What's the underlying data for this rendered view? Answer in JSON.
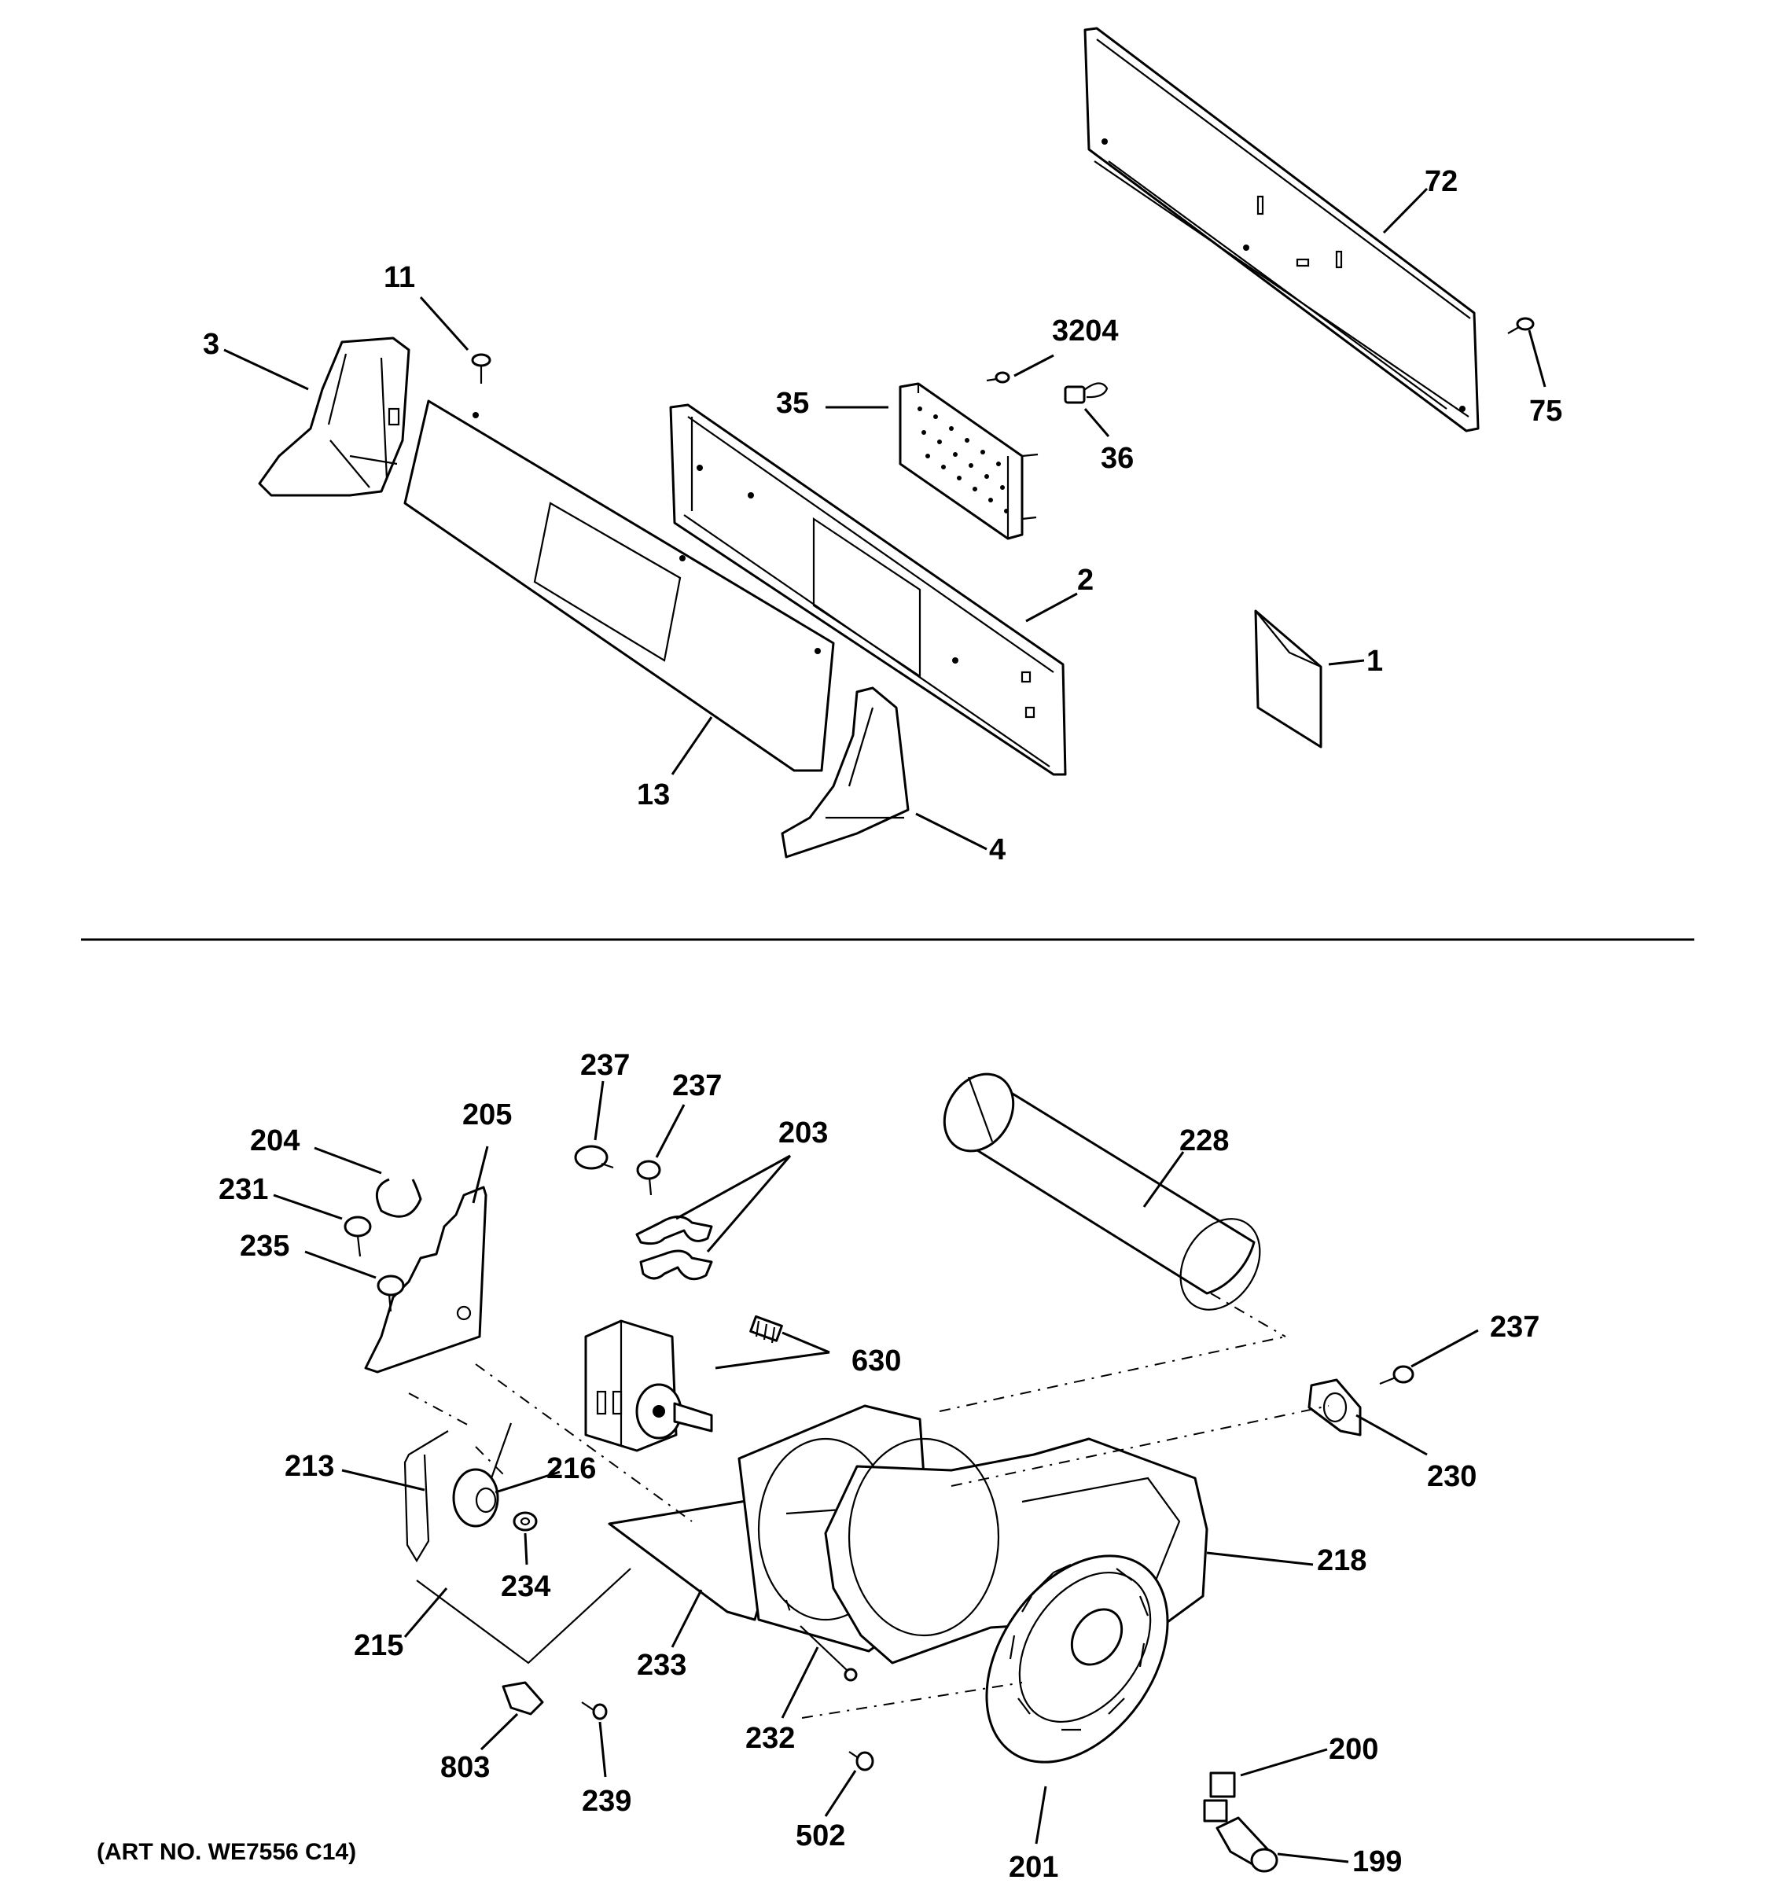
{
  "art_number": "(ART NO. WE7556 C14)",
  "labels": {
    "p72": "72",
    "p75": "75",
    "p3204": "3204",
    "p35": "35",
    "p36": "36",
    "p11": "11",
    "p3": "3",
    "p2": "2",
    "p1": "1",
    "p13": "13",
    "p4": "4",
    "p237a": "237",
    "p237b": "237",
    "p203": "203",
    "p228": "228",
    "p204": "204",
    "p205": "205",
    "p231": "231",
    "p235": "235",
    "p237c": "237",
    "p630": "630",
    "p230": "230",
    "p213": "213",
    "p216": "216",
    "p234": "234",
    "p218": "218",
    "p215": "215",
    "p233": "233",
    "p232": "232",
    "p803": "803",
    "p239": "239",
    "p502": "502",
    "p200": "200",
    "p201": "201",
    "p199": "199"
  }
}
